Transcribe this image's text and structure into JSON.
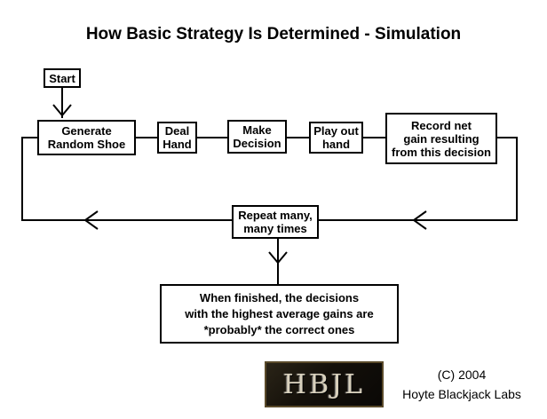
{
  "title": "How Basic Strategy Is Determined - Simulation",
  "nodes": {
    "start": "Start",
    "generate": "Generate\nRandom Shoe",
    "deal": "Deal\nHand",
    "decision": "Make\nDecision",
    "playout": "Play out\nhand",
    "record": "Record net\ngain resulting\nfrom this decision",
    "repeat": "Repeat many,\nmany times",
    "finished": "When finished, the decisions\nwith the highest average gains are\n*probably* the correct ones"
  },
  "logo": {
    "text": "HBJL"
  },
  "credit": {
    "copyright": "(C) 2004",
    "org": "Hoyte Blackjack Labs"
  }
}
